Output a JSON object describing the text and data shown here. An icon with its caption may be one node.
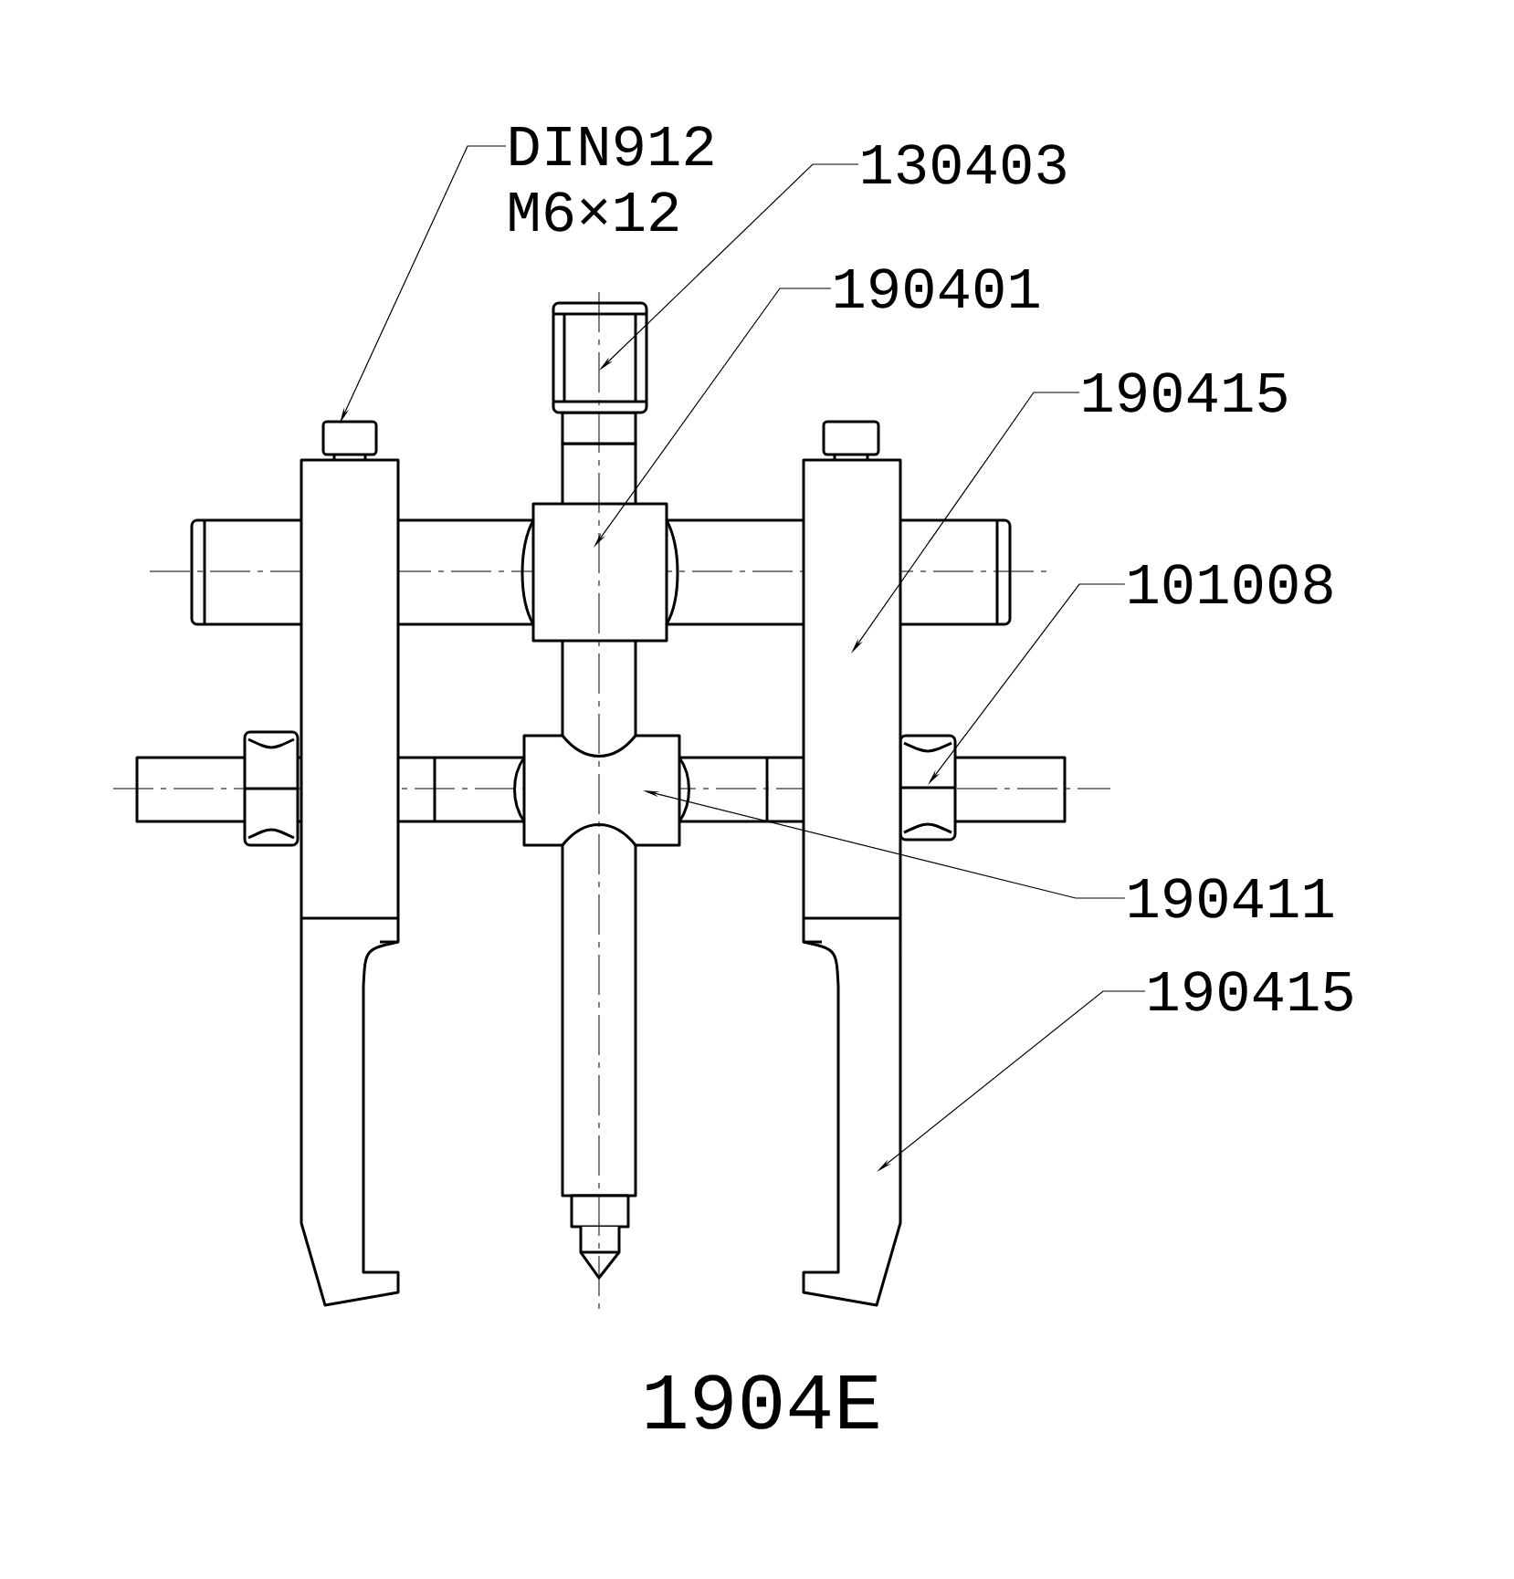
{
  "diagram": {
    "caption": "1904E",
    "nodes": [
      {
        "text": [
          "DIN912 M6×12"
        ]
      },
      {
        "text": [
          "130403"
        ]
      },
      {
        "text": [
          "190401"
        ]
      },
      {
        "text": [
          "190415"
        ]
      },
      {
        "text": [
          "101008"
        ]
      },
      {
        "text": [
          "190411"
        ]
      },
      {
        "text": [
          "190415"
        ]
      }
    ],
    "edges": [
      {
        "from": 0,
        "to": null,
        "arrow": "to"
      },
      {
        "from": 1,
        "to": null,
        "arrow": "to"
      },
      {
        "from": 2,
        "to": null,
        "arrow": "to"
      },
      {
        "from": 3,
        "to": null,
        "arrow": "to"
      },
      {
        "from": 4,
        "to": null,
        "arrow": "to"
      },
      {
        "from": 5,
        "to": null,
        "arrow": "to"
      },
      {
        "from": 6,
        "to": null,
        "arrow": "to"
      }
    ]
  }
}
